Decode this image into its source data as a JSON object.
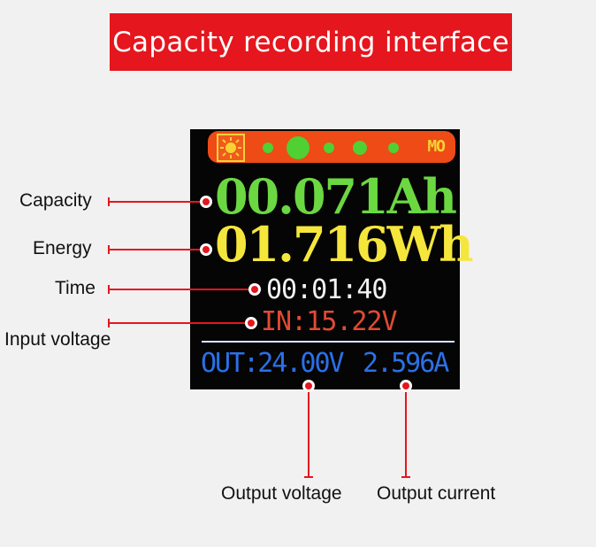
{
  "title": "Capacity recording interface",
  "screen": {
    "status_right": "MO",
    "capacity": "00.071Ah",
    "energy": "01.716Wh",
    "time": "00:01:40",
    "input_voltage": "IN:15.22V",
    "output_voltage": "OUT:24.00V",
    "output_current": "2.596A",
    "icons": [
      "sun-icon",
      "status-dot-icon"
    ]
  },
  "labels": {
    "capacity": "Capacity",
    "energy": "Energy",
    "time": "Time",
    "input_voltage": "Input voltage",
    "output_voltage": "Output voltage",
    "output_current": "Output current"
  },
  "colors": {
    "accent": "#e5161d",
    "capacity_text": "#6bd842",
    "energy_text": "#f5e63c",
    "time_text": "#f2f2f2",
    "input_text": "#e24a33",
    "output_text": "#2a70e8",
    "status_bar": "#ee4b16",
    "screen_bg": "#050505"
  }
}
